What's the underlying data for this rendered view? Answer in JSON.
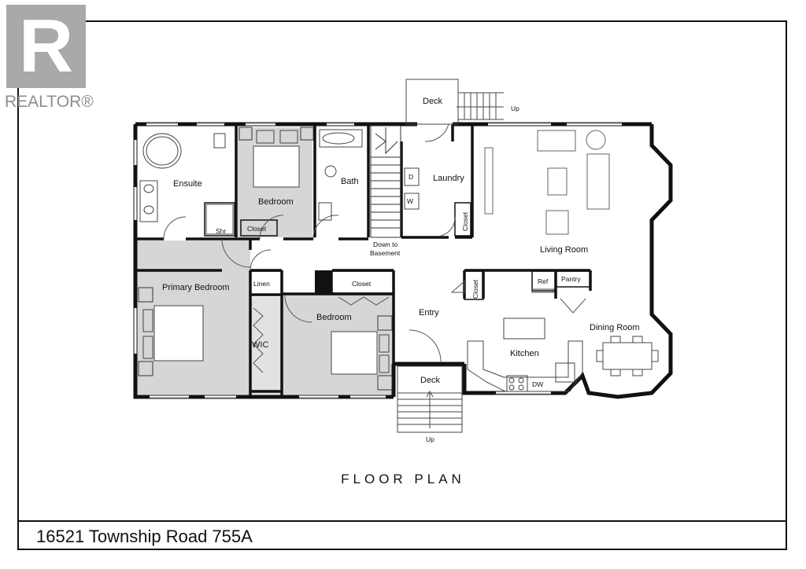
{
  "brand": {
    "logo_letter": "R",
    "logo_text": "REALTOR®",
    "logo_color": "#a9a9a9"
  },
  "plan": {
    "title": "FLOOR PLAN",
    "rooms": {
      "ensuite": "Ensuite",
      "bedroom_top": "Bedroom",
      "bath": "Bath",
      "laundry": "Laundry",
      "living_room": "Living Room",
      "primary_bedroom": "Primary Bedroom",
      "bedroom_mid": "Bedroom",
      "entry": "Entry",
      "kitchen": "Kitchen",
      "dining_room": "Dining Room",
      "wic": "WIC",
      "linen": "Linen",
      "closet_top": "Closet",
      "closet_mid": "Closet",
      "closet_laundry": "Closet",
      "closet_kitchen": "Closet",
      "pantry": "Pantry",
      "ref": "Ref",
      "dw": "DW",
      "shr": "Shr",
      "washer": "W",
      "dryer": "D",
      "deck_top": "Deck",
      "deck_bottom": "Deck",
      "up_top": "Up",
      "up_bottom": "Up",
      "down_to": "Down to",
      "basement": "Basement"
    }
  },
  "footer": {
    "address": "16521 Township Road 755A"
  }
}
